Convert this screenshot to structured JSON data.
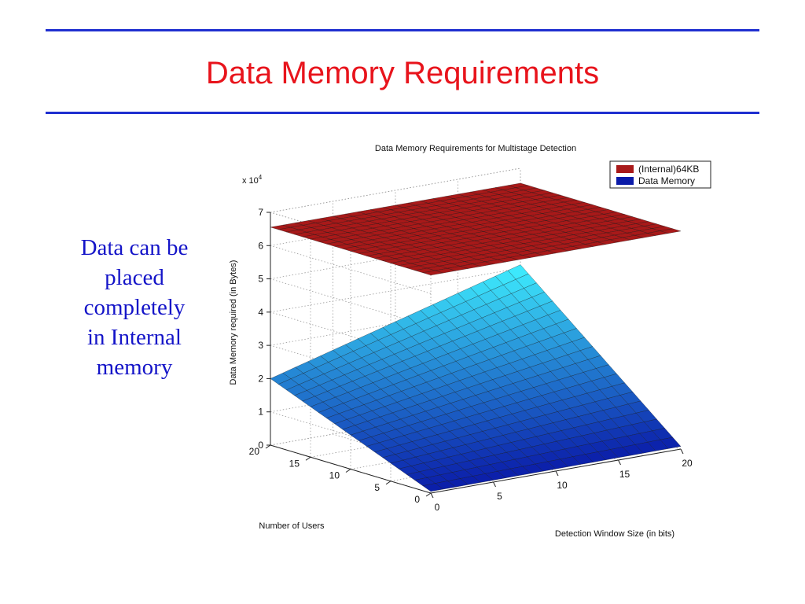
{
  "slide": {
    "title": "Data Memory Requirements",
    "side_text": [
      "Data can be",
      "placed",
      "completely",
      "in Internal",
      "memory"
    ],
    "colors": {
      "title": "#e8141c",
      "side_text": "#1414c8",
      "rule": "#1f2fd0",
      "internal_surface": "#a81919",
      "data_surface_low": "#0a1aa8",
      "data_surface_high": "#3ff0ff"
    }
  },
  "chart_data": {
    "type": "surface3d",
    "title": "Data Memory Requirements for Multistage Detection",
    "xlabel": "Detection Window Size (in bits)",
    "ylabel": "Number of Users",
    "zlabel": "Data Memory required (in Bytes)",
    "z_exponent": "x 10",
    "z_exponent_power": "4",
    "xlim": [
      0,
      20
    ],
    "ylim": [
      0,
      20
    ],
    "zlim": [
      0,
      70000
    ],
    "x_ticks": [
      "0",
      "5",
      "10",
      "15",
      "20"
    ],
    "y_ticks": [
      "0",
      "5",
      "10",
      "15",
      "20"
    ],
    "z_ticks": [
      "0",
      "1",
      "2",
      "3",
      "4",
      "5",
      "6",
      "7"
    ],
    "grid": true,
    "legend_position": "top-right",
    "series": [
      {
        "name": "(Internal)64KB",
        "color": "#a81919",
        "kind": "plane",
        "z_value": 65536
      },
      {
        "name": "Data Memory",
        "color": "#0a1aa8",
        "kind": "surface",
        "corner_values": {
          "x0_y0": 500,
          "x20_y0": 800,
          "x0_y20": 20000,
          "x20_y20": 41000
        }
      }
    ]
  }
}
